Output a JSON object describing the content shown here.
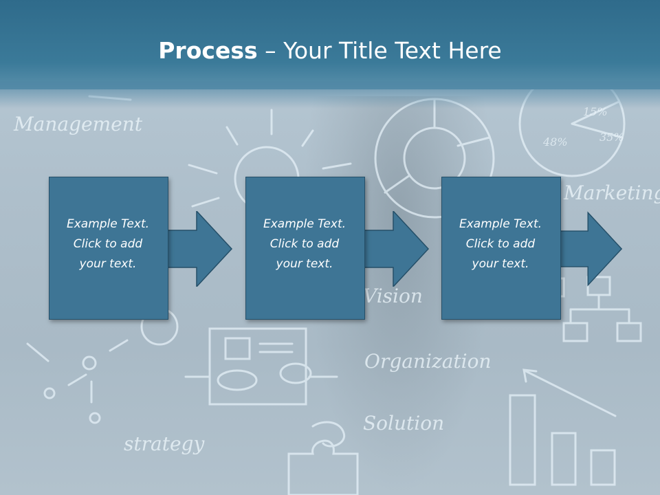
{
  "title": {
    "bold": "Process",
    "rest": " – Your Title Text Here"
  },
  "steps": [
    {
      "lines": [
        "Example Text.",
        "Click  to add",
        "your text."
      ]
    },
    {
      "lines": [
        "Example Text.",
        "Click  to add",
        "your text."
      ]
    },
    {
      "lines": [
        "Example Text.",
        "Click  to add",
        "your text."
      ]
    }
  ],
  "background": {
    "words": [
      "Management",
      "Marketing",
      "Vision",
      "Organization",
      "Solution",
      "strategy"
    ],
    "chart_labels": [
      "15%",
      "48%",
      "35%"
    ]
  },
  "colors": {
    "header": "#3b7a99",
    "box_fill": "#3e7595",
    "box_border": "#254f68",
    "text": "#ffffff"
  }
}
